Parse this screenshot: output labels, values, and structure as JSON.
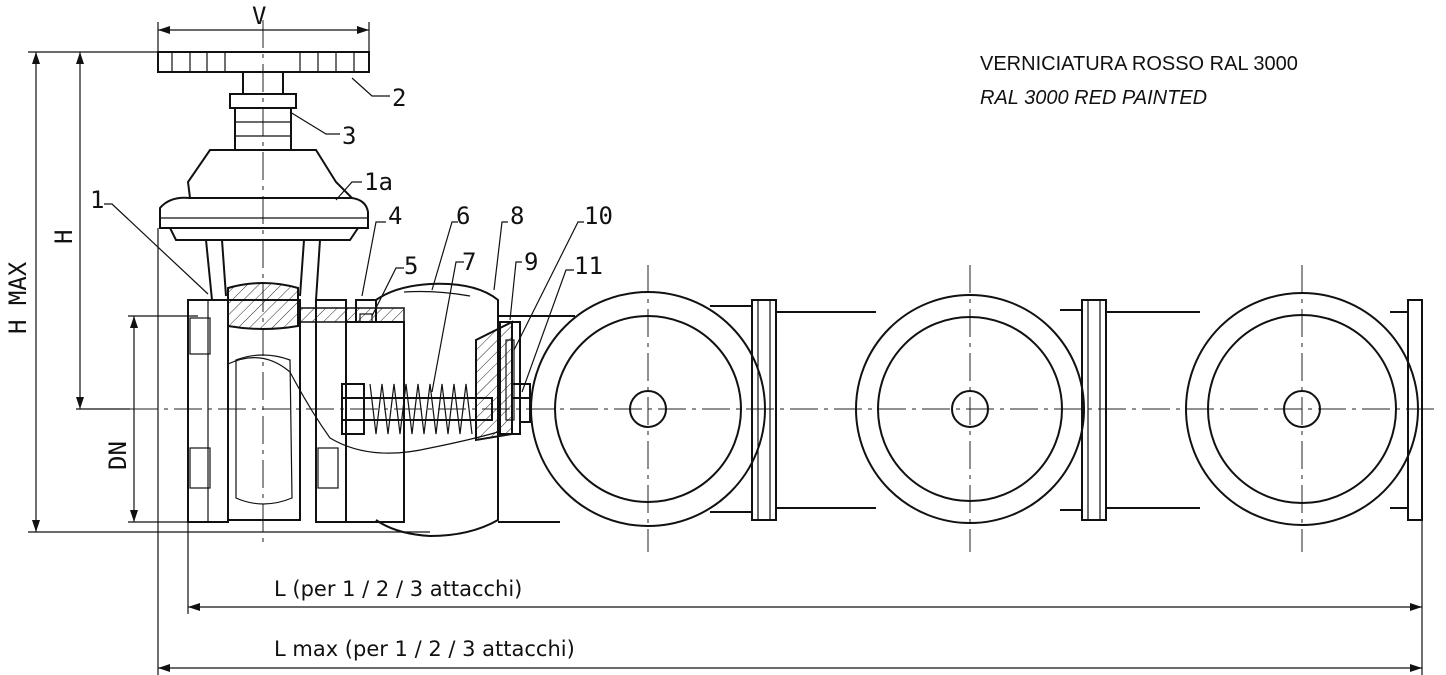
{
  "notes": {
    "line1": "VERNICIATURA ROSSO RAL 3000",
    "line2": "RAL 3000 RED PAINTED"
  },
  "dimensions": {
    "v": "V",
    "h": "H",
    "h_max": "H MAX",
    "dn": "DN",
    "l": "L (per 1 / 2 / 3 attacchi)",
    "l_max": "L max (per 1 / 2 / 3 attacchi)"
  },
  "callouts": [
    "1",
    "1a",
    "2",
    "3",
    "4",
    "5",
    "6",
    "7",
    "8",
    "9",
    "10",
    "11"
  ]
}
